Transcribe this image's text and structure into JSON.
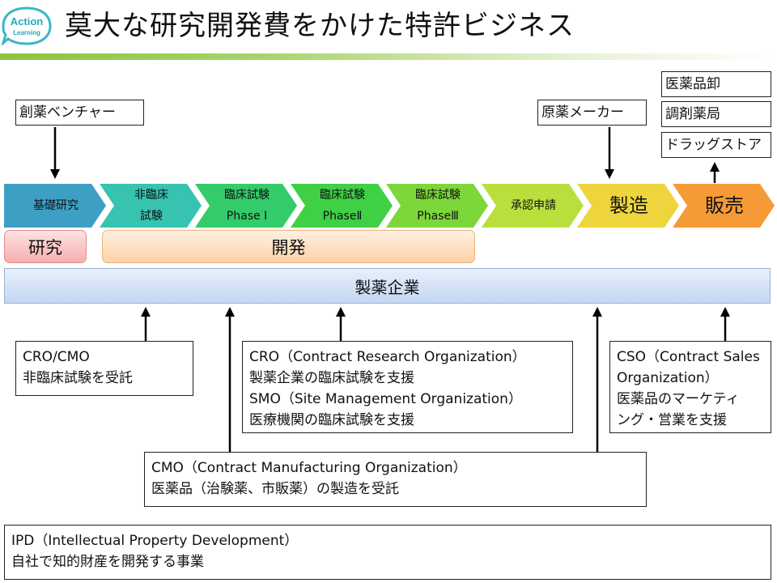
{
  "logo": {
    "line1": "Action",
    "line2": "Learning"
  },
  "title": "莫大な研究開発費をかけた特許ビジネス",
  "top_boxes": {
    "venture": "創薬ベンチャー",
    "api_maker": "原薬メーカー",
    "wholesaler": "医薬品卸",
    "pharmacy": "調剤薬局",
    "drugstore": "ドラッグストア"
  },
  "stages": [
    {
      "lines": [
        "基礎研究"
      ],
      "color": "#3e9fc4"
    },
    {
      "lines": [
        "非臨床",
        "試験"
      ],
      "color": "#36c3b0"
    },
    {
      "lines": [
        "臨床試験",
        "Phase Ⅰ"
      ],
      "color": "#34cc6a"
    },
    {
      "lines": [
        "臨床試験",
        "PhaseⅡ"
      ],
      "color": "#3fd046"
    },
    {
      "lines": [
        "臨床試験",
        "PhaseⅢ"
      ],
      "color": "#7dd63a"
    },
    {
      "lines": [
        "承認申請"
      ],
      "color": "#b9df3d"
    },
    {
      "lines": [
        "製造"
      ],
      "color": "#efd53d"
    },
    {
      "lines": [
        "販売"
      ],
      "color": "#f59a36"
    }
  ],
  "bars": {
    "research": "研究",
    "development": "開発",
    "company": "製薬企業"
  },
  "bottom_boxes": {
    "cro_cmo": {
      "line1": "CRO/CMO",
      "line2": "非臨床試験を受託"
    },
    "cro_smo": {
      "line1": "CRO（Contract Research Organization）",
      "line2": "製薬企業の臨床試験を支援",
      "line3": "SMO（Site Management Organization）",
      "line4": "医療機関の臨床試験を支援"
    },
    "cso": {
      "line1": "CSO（Contract Sales",
      "line2": "Organization）",
      "line3": "医薬品のマーケティ",
      "line4": "ング・営業を支援"
    },
    "cmo": {
      "line1": "CMO（Contract Manufacturing Organization）",
      "line2": "医薬品（治験薬、市販薬）の製造を受託"
    },
    "ipd": {
      "line1": "IPD（Intellectual Property Development）",
      "line2": "自社で知的財産を開発する事業"
    }
  }
}
